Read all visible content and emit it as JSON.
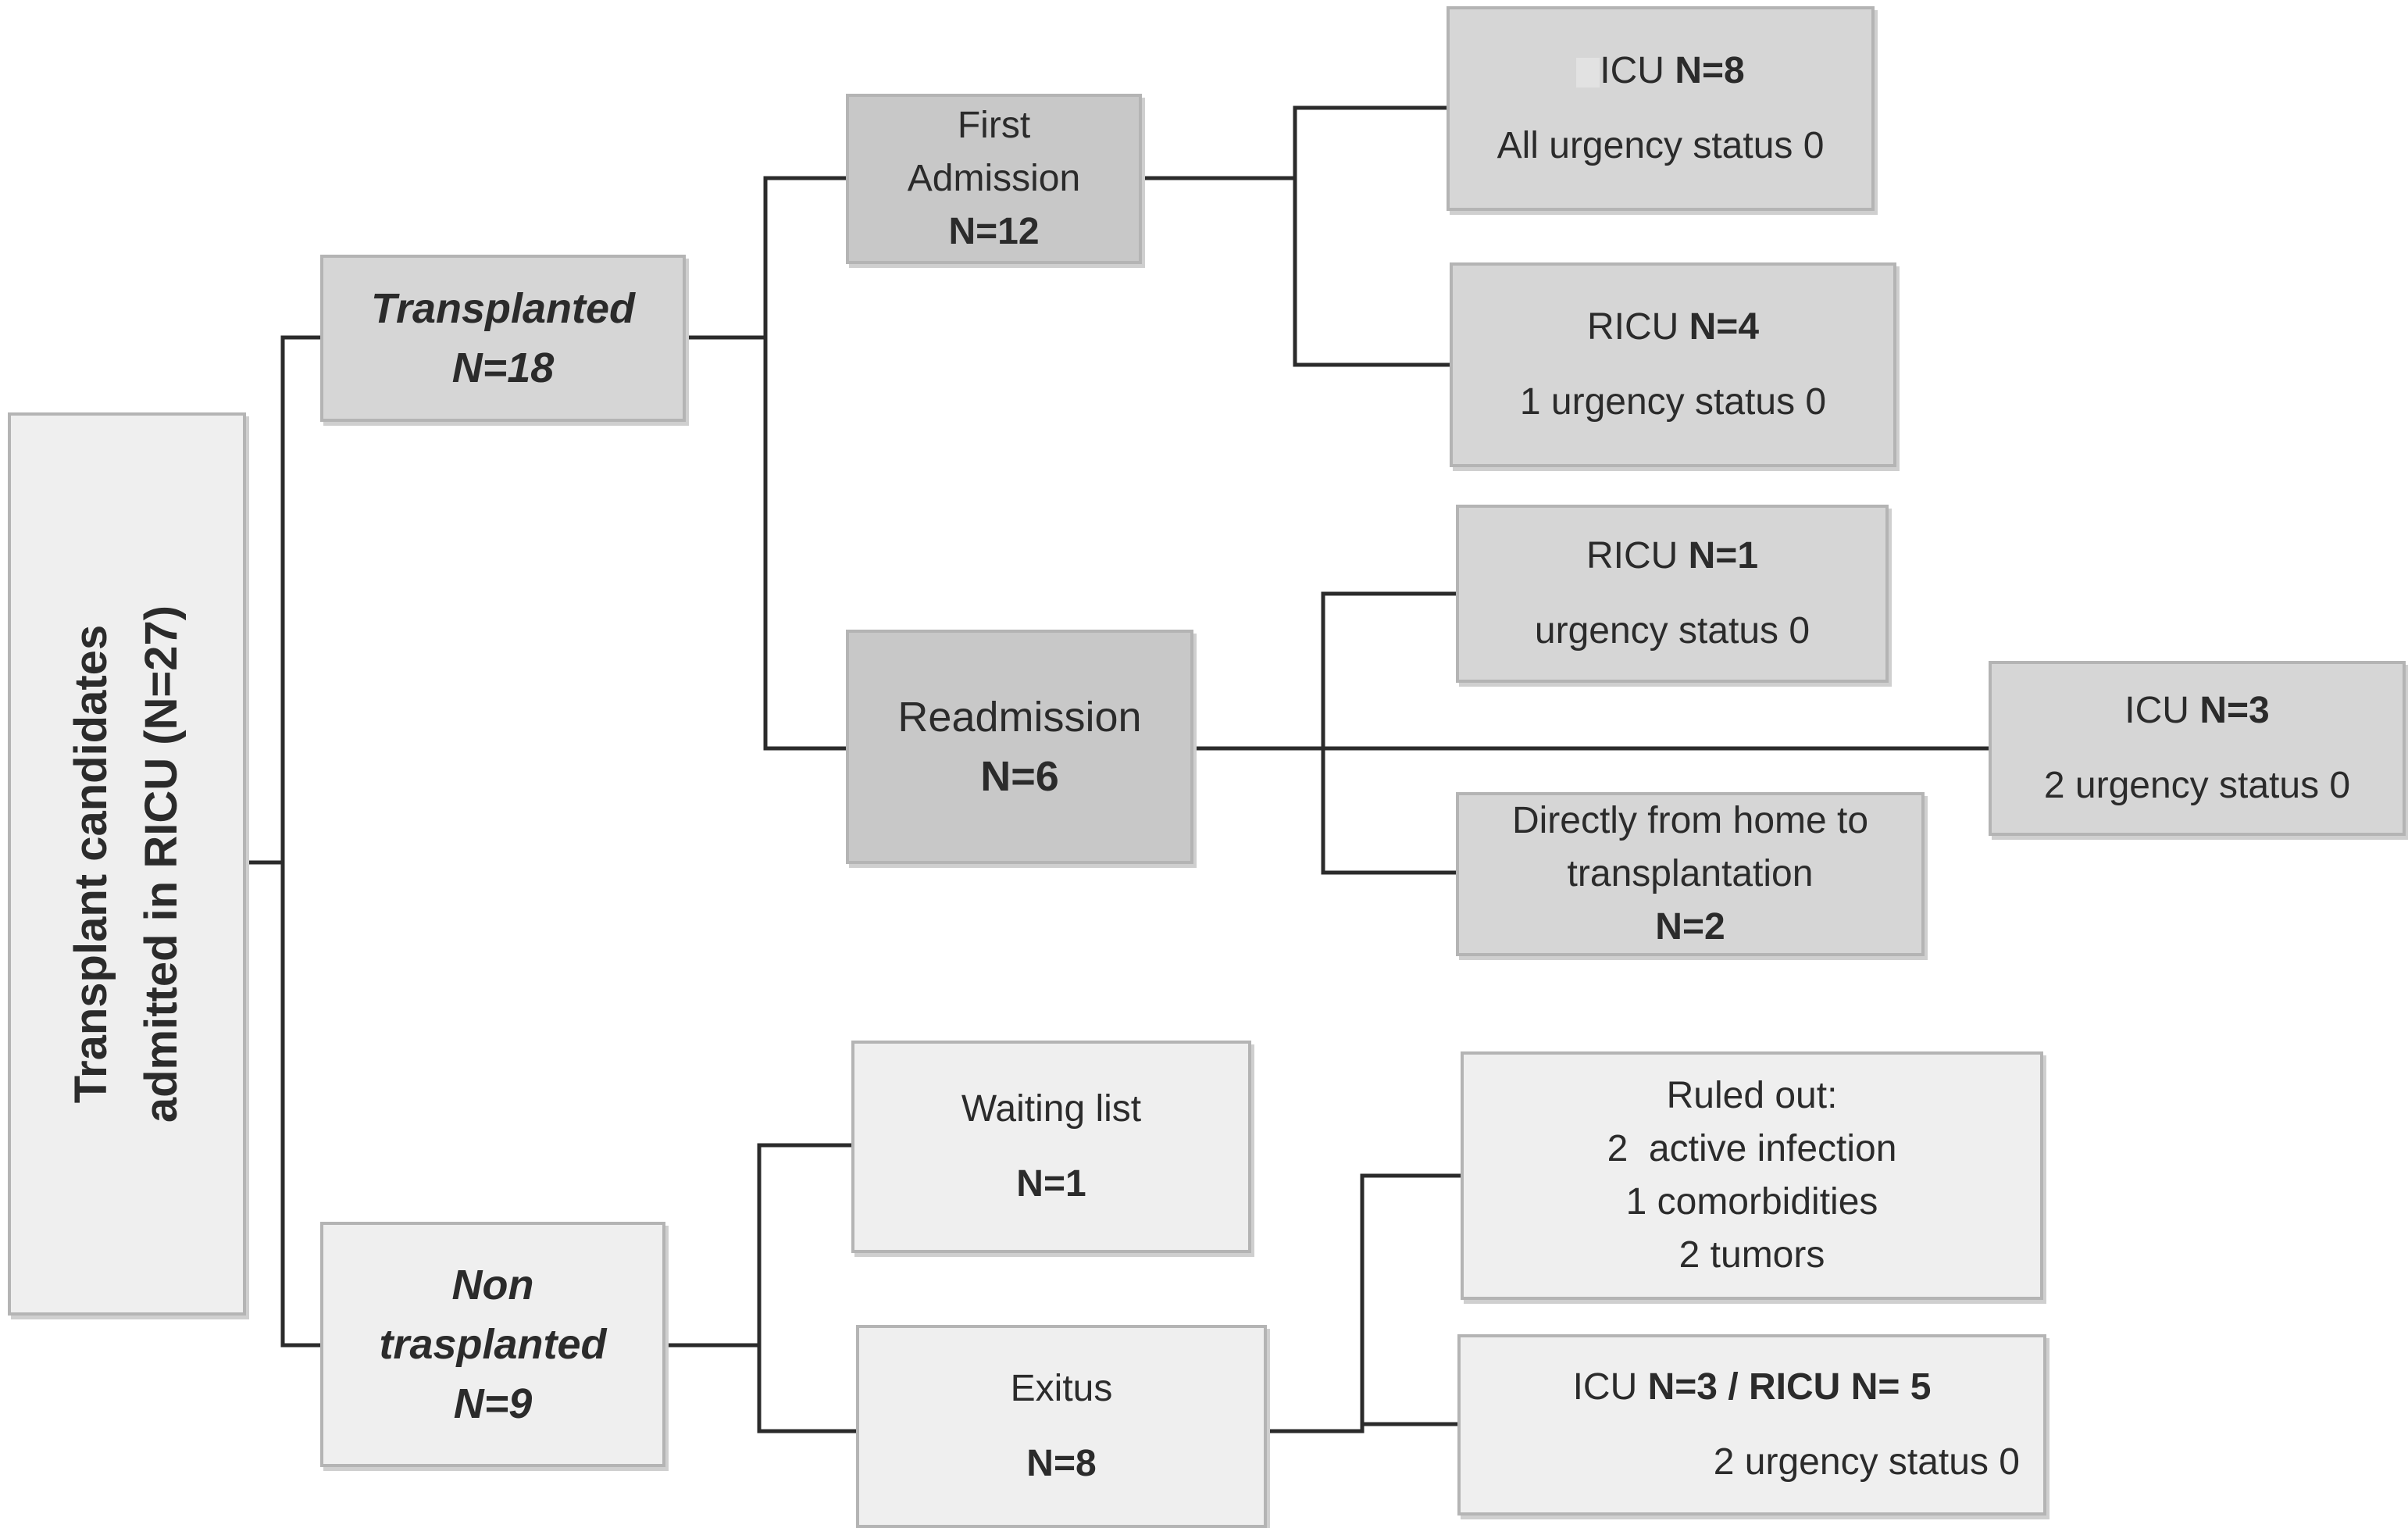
{
  "root": {
    "line1": "Transplant candidates",
    "line2": "admitted in RICU (N=27)"
  },
  "transplanted": {
    "label": "Transplanted",
    "n": "N=18"
  },
  "first_admission": {
    "line1": "First",
    "line2": "Admission",
    "n": "N=12"
  },
  "ricu_n8": {
    "prefix": "ICU",
    "n": "N=8",
    "detail": "All urgency status 0"
  },
  "ricu_n4": {
    "prefix": "RICU",
    "n": "N=4",
    "detail": "1 urgency status 0"
  },
  "readmission": {
    "label": "Readmission",
    "n": "N=6"
  },
  "ricu_n1": {
    "prefix": "RICU",
    "n": "N=1",
    "detail": "urgency status 0"
  },
  "icu_n3": {
    "prefix": "ICU",
    "n": "N=3",
    "detail": "2 urgency status 0"
  },
  "directly_home": {
    "line1": "Directly from home to",
    "line2": "transplantation",
    "n": "N=2"
  },
  "non_transplanted": {
    "line1": "Non",
    "line2": "trasplanted",
    "n": "N=9"
  },
  "waiting_list": {
    "label": "Waiting list",
    "n": "N=1"
  },
  "exitus": {
    "label": "Exitus",
    "n": "N=8"
  },
  "ruled_out": {
    "title": "Ruled out:",
    "items": [
      "2  active infection",
      "1 comorbidities",
      "2 tumors"
    ]
  },
  "icu_ricu": {
    "icu_prefix": "ICU",
    "icu_n": "N=3",
    "separator": "/",
    "ricu_prefix": "RICU",
    "ricu_n": "N= 5",
    "detail": "2 urgency status 0"
  }
}
